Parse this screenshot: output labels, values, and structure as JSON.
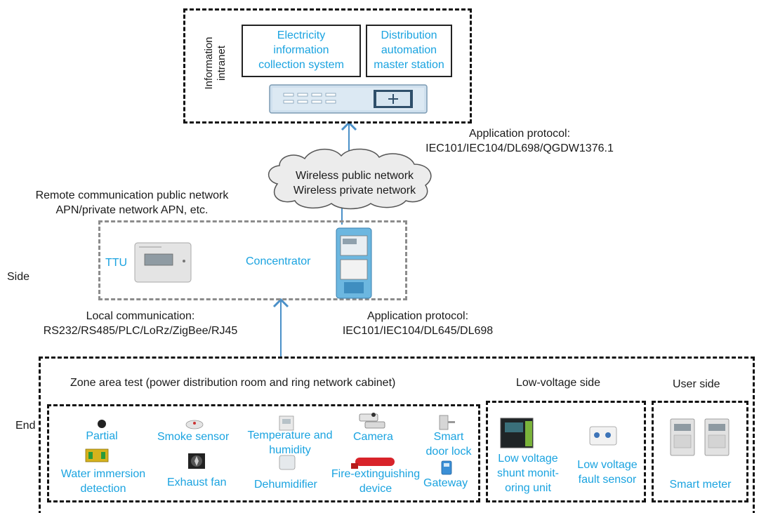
{
  "top": {
    "intranet_label_1": "Information",
    "intranet_label_2": "intranet",
    "system1": [
      "Electricity",
      "information",
      "collection system"
    ],
    "system2": [
      "Distribution",
      "automation",
      "master station"
    ]
  },
  "upper_protocol": [
    "Application protocol:",
    "IEC101/IEC104/DL698/QGDW1376.1"
  ],
  "cloud": [
    "Wireless public network",
    "Wireless private network"
  ],
  "remote_comm": [
    "Remote communication public network",
    "APN/private network APN, etc."
  ],
  "side": {
    "label": "Side",
    "ttu": "TTU",
    "concentrator": "Concentrator"
  },
  "local_comm": [
    "Local communication:",
    "RS232/RS485/PLC/LoRz/ZigBee/RJ45"
  ],
  "lower_protocol": [
    "Application protocol:",
    "IEC101/IEC104/DL645/DL698"
  ],
  "end": {
    "label": "End",
    "zone_title": "Zone area test (power distribution room and ring network cabinet)",
    "low_voltage_title": "Low-voltage side",
    "user_title": "User side",
    "zone_items": {
      "partial": "Partial",
      "smoke": "Smoke sensor",
      "temp": [
        "Temperature and",
        "humidity"
      ],
      "camera": "Camera",
      "door": [
        "Smart",
        "door lock"
      ],
      "water": [
        "Water immersion",
        "detection"
      ],
      "fan": "Exhaust fan",
      "dehumidifier": "Dehumidifier",
      "fire": [
        "Fire-extinguishing",
        "device"
      ],
      "gateway": "Gateway"
    },
    "lv_items": {
      "shunt": [
        "Low voltage",
        "shunt monit-",
        "oring unit"
      ],
      "fault": [
        "Low voltage",
        "fault sensor"
      ]
    },
    "user_items": {
      "meter": "Smart meter"
    }
  },
  "colors": {
    "blue_text": "#1aa3e0",
    "arrow": "#4a90c8"
  }
}
